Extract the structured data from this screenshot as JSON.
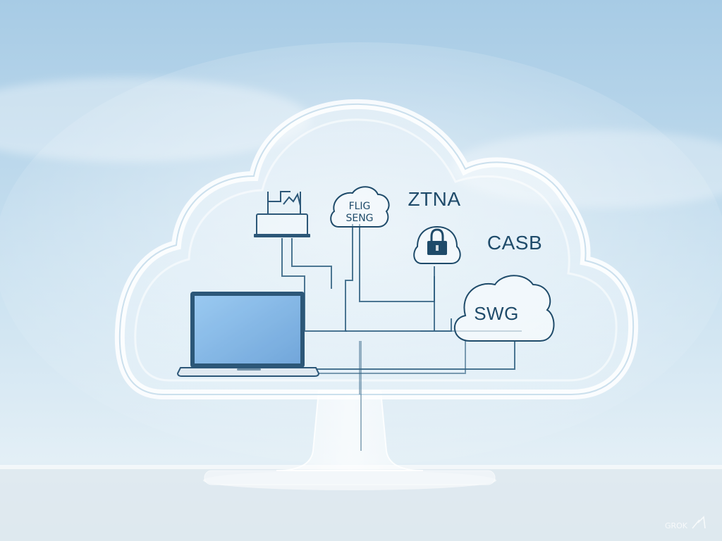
{
  "scene": {
    "labels": {
      "ztna": "ZTNA",
      "casb": "CASB",
      "swg": "SWG"
    },
    "bubble_text": {
      "line1": "FLIG",
      "line2": "SENG"
    },
    "watermark": "GROK",
    "icons": [
      "cloud-icon",
      "laptop-icon",
      "device-icon",
      "padlock-icon",
      "network-lines"
    ],
    "colors": {
      "sky_top": "#a9cde6",
      "sky_bottom": "#e6f2f8",
      "ink": "#1f4b6a",
      "laptop_screen": "#7fb4e6",
      "laptop_body": "#2c5778"
    }
  }
}
